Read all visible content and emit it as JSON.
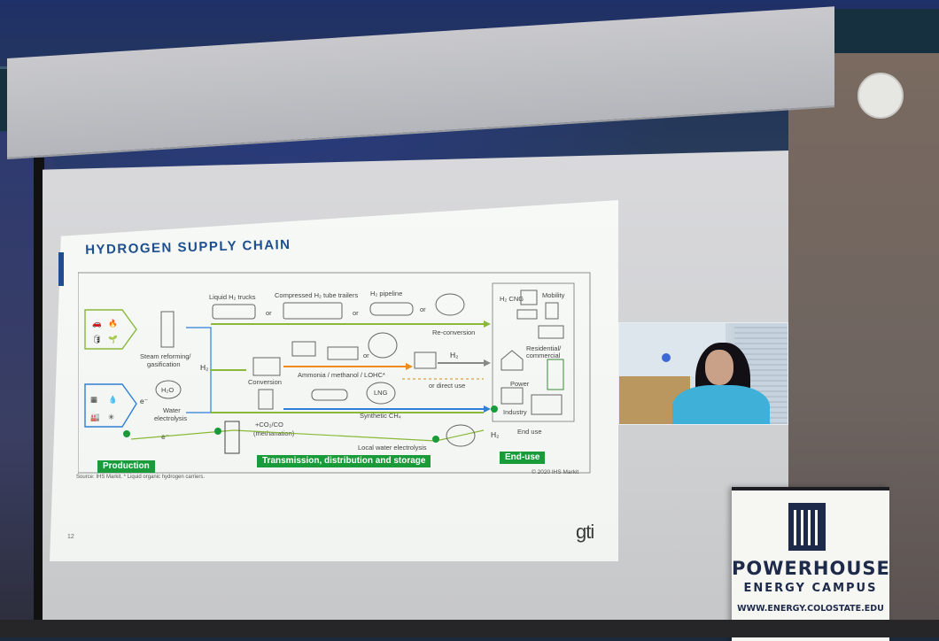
{
  "slide": {
    "title": "HYDROGEN SUPPLY CHAIN",
    "number": "12",
    "logo": "gti",
    "source": "Source: IHS Markit. * Liquid organic hydrogen carriers.",
    "copyright": "© 2020 IHS Markit",
    "stages": {
      "production": "Production",
      "transmission": "Transmission, distribution and storage",
      "end_use": "End-use"
    },
    "diagram": {
      "steam_reforming": "Steam reforming/",
      "gasification": "gasification",
      "water_electrolysis_1": "Water",
      "water_electrolysis_2": "electrolysis",
      "electron_label": "e⁻",
      "liquid_trucks": "Liquid H₂ trucks",
      "tube_trailers": "Compressed H₂ tube trailers",
      "pipeline": "H₂ pipeline",
      "or": "or",
      "h2_label": "H₂",
      "reconversion": "Re-conversion",
      "conversion": "Conversion",
      "ammonia": "Ammonia / methanol / LOHC*",
      "direct_use": "or direct use",
      "synthetic_ch4": "Synthetic CH₄",
      "methanation_1": "+CO₂/CO",
      "methanation_2": "(methanation)",
      "local_electrolysis": "Local water electrolysis",
      "end_use_label": "End use",
      "mobility": "Mobility",
      "residential_1": "Residential/",
      "residential_2": "commercial",
      "power": "Power",
      "industry": "Industry",
      "h2_cng": "H₂ CNG",
      "lng": "LNG",
      "h2o": "H₂O"
    }
  },
  "banner": {
    "title": "POWERHOUSE",
    "subtitle": "ENERGY CAMPUS",
    "url": "WWW.ENERGY.COLOSTATE.EDU"
  },
  "colors": {
    "slide_title": "#1d4f8f",
    "stage_label": "#1a9b3a",
    "flow_green": "#8bb83a",
    "flow_orange": "#f08a1c",
    "flow_blue": "#2f7fd6"
  }
}
